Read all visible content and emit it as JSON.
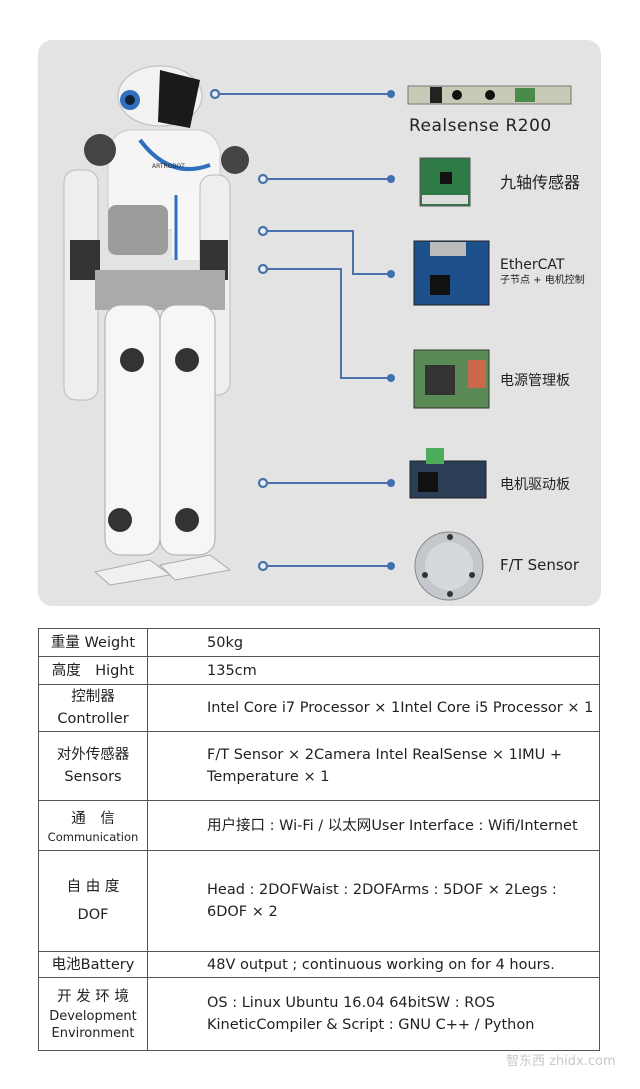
{
  "components": [
    {
      "name": "Realsense R200",
      "icon": "realsense-camera"
    },
    {
      "name": "九轴传感器",
      "icon": "imu-board"
    },
    {
      "name": "EtherCAT",
      "sub": "子节点 + 电机控制",
      "icon": "ethercat-board"
    },
    {
      "name": "电源管理板",
      "icon": "power-board"
    },
    {
      "name": "电机驱动板",
      "icon": "motor-driver-board"
    },
    {
      "name": "F/T Sensor",
      "icon": "ft-sensor"
    }
  ],
  "robot_logo": "ARTROBOT",
  "colors": {
    "panel": "#e3e3e3",
    "connector": "#4a72a8",
    "robot_accent": "#2f6fc0"
  },
  "specs": [
    {
      "key": [
        "重量 Weight"
      ],
      "values": [
        "50kg"
      ]
    },
    {
      "key": [
        "高度　Hight"
      ],
      "values": [
        "135cm"
      ]
    },
    {
      "key": [
        "控制器",
        "Controller"
      ],
      "values": [
        "Intel  Core  i7  Processor × 1",
        "Intel  Core  i5  Processor × 1"
      ]
    },
    {
      "key": [
        "对外传感器",
        "Sensors"
      ],
      "values": [
        "F/T Sensor × 2",
        "Camera Intel RealSense × 1",
        "IMU + Temperature × 1"
      ]
    },
    {
      "key": [
        "通　信",
        "Communication"
      ],
      "values": [
        "用户接口 : Wi-Fi / 以太网",
        "User Interface : Wifi/Internet"
      ]
    },
    {
      "key": [
        "自 由 度",
        "DOF"
      ],
      "values": [
        "Head :  2DOF",
        "Waist :  2DOF",
        "Arms :  5DOF × 2",
        "Legs  :  6DOF × 2"
      ]
    },
    {
      "key": [
        "电池Battery"
      ],
      "values": [
        "48V output ; continuous working on for 4 hours."
      ]
    },
    {
      "key": [
        "开 发 环 境",
        "Development",
        "Environment"
      ],
      "values": [
        "OS : Linux Ubuntu 16.04 64bit",
        "SW : ROS Kinetic",
        "Compiler & Script : GNU C++ / Python"
      ]
    }
  ],
  "watermark": "智东西 zhidx.com"
}
